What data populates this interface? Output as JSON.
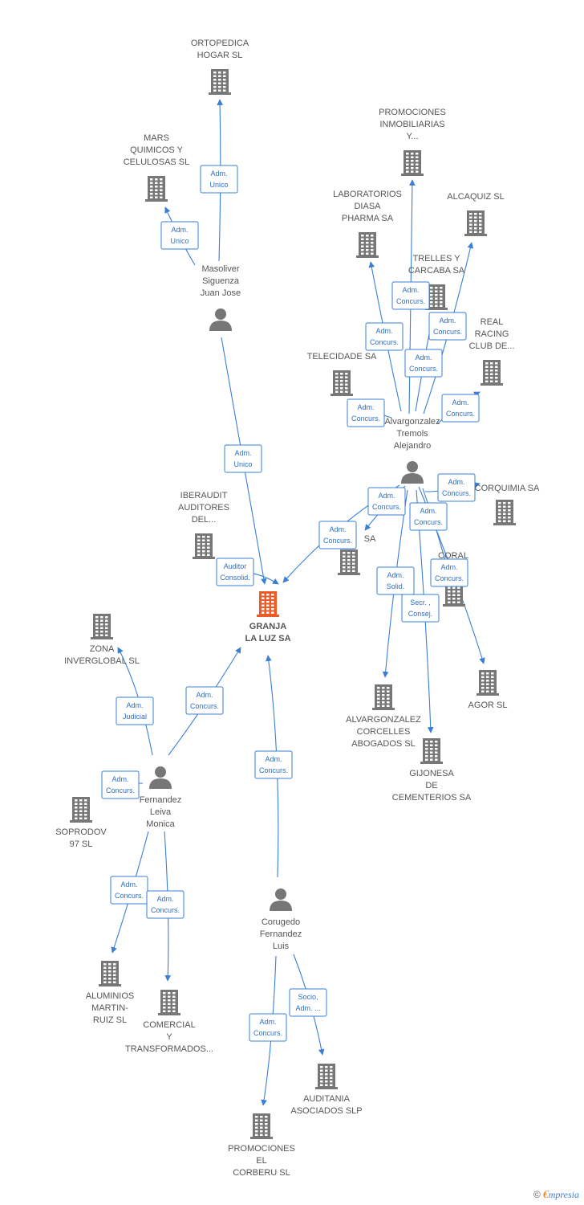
{
  "colors": {
    "edge": "#3a7fd5",
    "node": "#777777",
    "focus": "#f05a23",
    "label": "#555555"
  },
  "nodes": [
    {
      "id": "granja",
      "kind": "company",
      "focus": true,
      "lines": [
        "GRANJA",
        "LA LUZ SA"
      ]
    },
    {
      "id": "ortopedica",
      "kind": "company",
      "lines": [
        "ORTOPEDICA",
        "HOGAR SL"
      ]
    },
    {
      "id": "mars",
      "kind": "company",
      "lines": [
        "MARS",
        "QUIMICOS Y",
        "CELULOSAS SL"
      ]
    },
    {
      "id": "masoliver",
      "kind": "person",
      "lines": [
        "Masoliver",
        "Siguenza",
        "Juan Jose"
      ]
    },
    {
      "id": "promociones_inm",
      "kind": "company",
      "lines": [
        "PROMOCIONES",
        "INMOBILIARIAS",
        "Y..."
      ]
    },
    {
      "id": "laboratorios",
      "kind": "company",
      "lines": [
        "LABORATORIOS",
        "DIASA",
        "PHARMA SA"
      ]
    },
    {
      "id": "alcaquiz",
      "kind": "company",
      "lines": [
        "ALCAQUIZ SL"
      ]
    },
    {
      "id": "trelles",
      "kind": "company",
      "lines": [
        "TRELLES Y",
        "CARCABA SA"
      ]
    },
    {
      "id": "real_racing",
      "kind": "company",
      "lines": [
        "REAL",
        "RACING",
        "CLUB DE..."
      ]
    },
    {
      "id": "telecidade",
      "kind": "company",
      "lines": [
        "TELECIDADE SA"
      ]
    },
    {
      "id": "alvargonzalez_t",
      "kind": "person",
      "lines": [
        "Alvargonzalez",
        "Tremols",
        "Alejandro"
      ]
    },
    {
      "id": "iberaudit",
      "kind": "company",
      "lines": [
        "IBERAUDIT",
        "AUDITORES",
        "DEL..."
      ]
    },
    {
      "id": "hidden_sa",
      "kind": "company",
      "lines": [
        "SA"
      ]
    },
    {
      "id": "corquimia",
      "kind": "company",
      "lines": [
        "CORQUIMIA SA"
      ]
    },
    {
      "id": "coral",
      "kind": "company",
      "lines": [
        "CORAL",
        "SL"
      ]
    },
    {
      "id": "agor",
      "kind": "company",
      "lines": [
        "AGOR SL"
      ]
    },
    {
      "id": "alvargonzalez_c",
      "kind": "company",
      "lines": [
        "ALVARGONZALEZ",
        "CORCELLES",
        "ABOGADOS SL"
      ]
    },
    {
      "id": "gijonesa",
      "kind": "company",
      "lines": [
        "GIJONESA",
        "DE",
        "CEMENTERIOS SA"
      ]
    },
    {
      "id": "zona",
      "kind": "company",
      "lines": [
        "ZONA",
        "INVERGLOBAL SL"
      ]
    },
    {
      "id": "fernandez",
      "kind": "person",
      "lines": [
        "Fernandez",
        "Leiva",
        "Monica"
      ]
    },
    {
      "id": "soprodov",
      "kind": "company",
      "lines": [
        "SOPRODOV",
        "97  SL"
      ]
    },
    {
      "id": "aluminios",
      "kind": "company",
      "lines": [
        "ALUMINIOS",
        "MARTIN-",
        "RUIZ SL"
      ]
    },
    {
      "id": "comercial",
      "kind": "company",
      "lines": [
        "COMERCIAL",
        "Y",
        "TRANSFORMADOS..."
      ]
    },
    {
      "id": "corugedo",
      "kind": "person",
      "lines": [
        "Corugedo",
        "Fernandez",
        "Luis"
      ]
    },
    {
      "id": "auditania",
      "kind": "company",
      "lines": [
        "AUDITANIA",
        "ASOCIADOS  SLP"
      ]
    },
    {
      "id": "promociones_el",
      "kind": "company",
      "lines": [
        "PROMOCIONES",
        "EL",
        "CORBERU SL"
      ]
    }
  ],
  "edges": [
    {
      "id": "e_mas_orto",
      "lines": [
        "Adm.",
        "Unico"
      ]
    },
    {
      "id": "e_mas_mars",
      "lines": [
        "Adm.",
        "Unico"
      ]
    },
    {
      "id": "e_mas_granja",
      "lines": [
        "Adm.",
        "Unico"
      ]
    },
    {
      "id": "e_alv_promo",
      "lines": [
        "Adm.",
        "Concurs."
      ]
    },
    {
      "id": "e_alv_lab",
      "lines": [
        "Adm.",
        "Concurs."
      ]
    },
    {
      "id": "e_alv_alcaquiz",
      "lines": [
        "Adm.",
        "Concurs."
      ]
    },
    {
      "id": "e_alv_trelles",
      "lines": [
        "Adm.",
        "Concurs."
      ]
    },
    {
      "id": "e_alv_telecidade",
      "lines": [
        "Adm.",
        "Concurs."
      ]
    },
    {
      "id": "e_alv_real",
      "lines": [
        "Adm.",
        "Concurs."
      ]
    },
    {
      "id": "e_alv_corquimia",
      "lines": [
        "Adm.",
        "Concurs."
      ]
    },
    {
      "id": "e_alv_hidden",
      "lines": [
        "Adm.",
        "Concurs."
      ]
    },
    {
      "id": "e_alv_granja",
      "lines": [
        "Adm.",
        "Concurs."
      ]
    },
    {
      "id": "e_alv_agor",
      "lines": [
        "Adm.",
        "Concurs."
      ]
    },
    {
      "id": "e_alv_coral",
      "lines": [
        "Adm.",
        "Concurs."
      ]
    },
    {
      "id": "e_alv_abog",
      "lines": [
        "Adm.",
        "Solid."
      ]
    },
    {
      "id": "e_alv_gijon",
      "lines": [
        "Secr. ,",
        "Consej."
      ]
    },
    {
      "id": "e_iber_granja",
      "lines": [
        "Auditor",
        "Consolid."
      ]
    },
    {
      "id": "e_fer_zona",
      "lines": [
        "Adm.",
        "Judicial"
      ]
    },
    {
      "id": "e_fer_granja",
      "lines": [
        "Adm.",
        "Concurs."
      ]
    },
    {
      "id": "e_fer_soprodov",
      "lines": [
        "Adm.",
        "Concurs."
      ]
    },
    {
      "id": "e_fer_alum",
      "lines": [
        "Adm.",
        "Concurs."
      ]
    },
    {
      "id": "e_fer_comercial",
      "lines": [
        "Adm.",
        "Concurs."
      ]
    },
    {
      "id": "e_cor_granja",
      "lines": [
        "Adm.",
        "Concurs."
      ]
    },
    {
      "id": "e_cor_auditania",
      "lines": [
        "Socio,",
        "Adm. ..."
      ]
    },
    {
      "id": "e_cor_promo",
      "lines": [
        "Adm.",
        "Concurs."
      ]
    }
  ],
  "footer": {
    "copyright": "©",
    "brand_initial": "€",
    "brand_rest": "mpresia"
  }
}
